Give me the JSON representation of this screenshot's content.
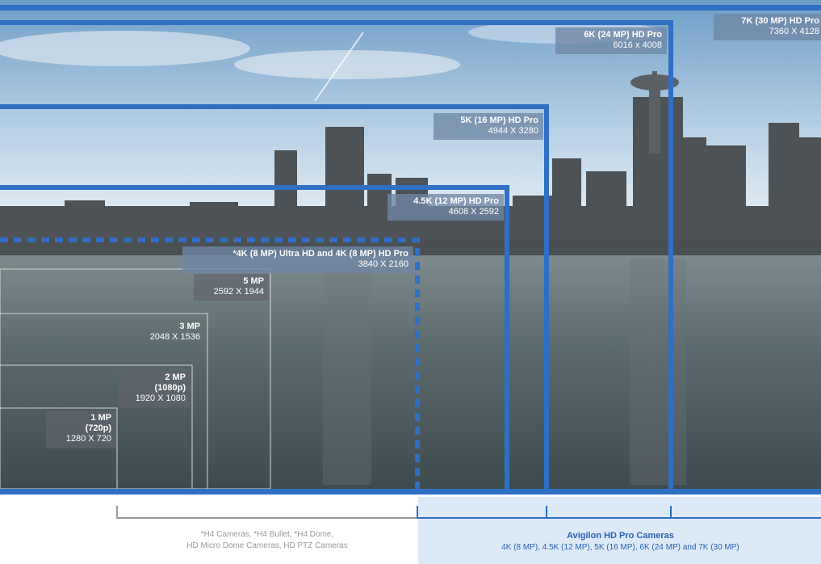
{
  "colors": {
    "frame_blue": "#2f6fc4",
    "pro_blue_text": "#2a61b3",
    "grey_line": "#c9c9c9",
    "footer_grey": "#9a9a9a",
    "pro_bg": "#dce9f7"
  },
  "resolutions": [
    {
      "id": "7k",
      "title": "7K (30 MP) HD Pro",
      "res": "7360 X 4128",
      "family": "pro"
    },
    {
      "id": "6k",
      "title": "6K (24 MP) HD Pro",
      "res": "6016 x 4008",
      "family": "pro"
    },
    {
      "id": "5k",
      "title": "5K (16 MP) HD Pro",
      "res": "4944 X 3280",
      "family": "pro"
    },
    {
      "id": "4-5k",
      "title": "4.5K (12 MP) HD Pro",
      "res": "4608 X 2592",
      "family": "pro"
    },
    {
      "id": "4k",
      "title": "*4K (8 MP) Ultra HD and 4K (8 MP) HD Pro",
      "res": "3840 X 2160",
      "family": "pro"
    },
    {
      "id": "5mp",
      "title": "5 MP",
      "res": "2592 X 1944",
      "family": "h4"
    },
    {
      "id": "3mp",
      "title": "3 MP",
      "res": "2048 X 1536",
      "family": "h4"
    },
    {
      "id": "2mp",
      "title": "2 MP",
      "subtitle": "(1080p)",
      "res": "1920 X 1080",
      "family": "h4"
    },
    {
      "id": "1mp",
      "title": "1 MP",
      "subtitle": "(720p)",
      "res": "1280 X 720",
      "family": "h4"
    }
  ],
  "footer": {
    "h4_line1": "*H4 Cameras, *H4 Bullet, *H4 Dome,",
    "h4_line2": "HD Micro Dome Cameras, HD PTZ Cameras",
    "pro_title": "Avigilon HD Pro Cameras",
    "pro_line": "4K (8 MP), 4.5K (12 MP), 5K (16 MP), 6K (24 MP) and 7K (30 MP)"
  }
}
